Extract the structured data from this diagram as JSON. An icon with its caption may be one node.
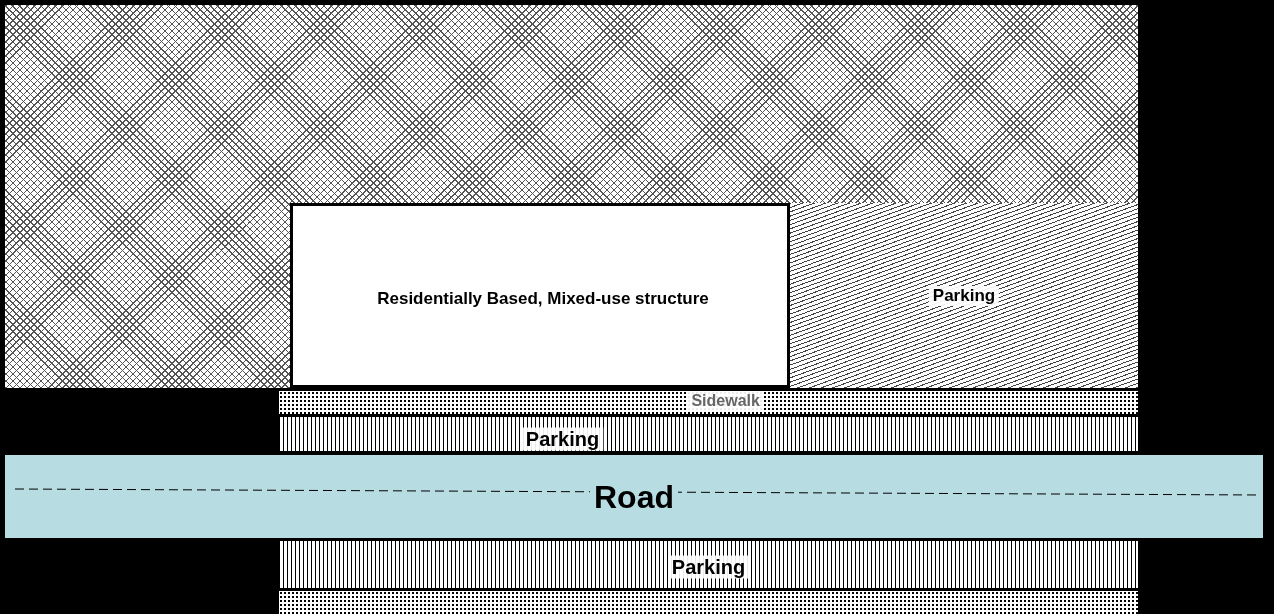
{
  "diagram": {
    "nodes": [
      {
        "text": [],
        "shape": "box"
      },
      {
        "text": [
          "Residentially Based, Mixed-use structure"
        ],
        "in": 0
      },
      {
        "text": [
          "Parking"
        ],
        "in": 0
      },
      {
        "text": [
          "Sidewalk"
        ]
      },
      {
        "text": [
          "Parking"
        ]
      },
      {
        "text": [
          "Road"
        ]
      },
      {
        "text": [
          "Parking"
        ]
      },
      {
        "text": [],
        "shape": "box"
      }
    ],
    "edges": []
  }
}
